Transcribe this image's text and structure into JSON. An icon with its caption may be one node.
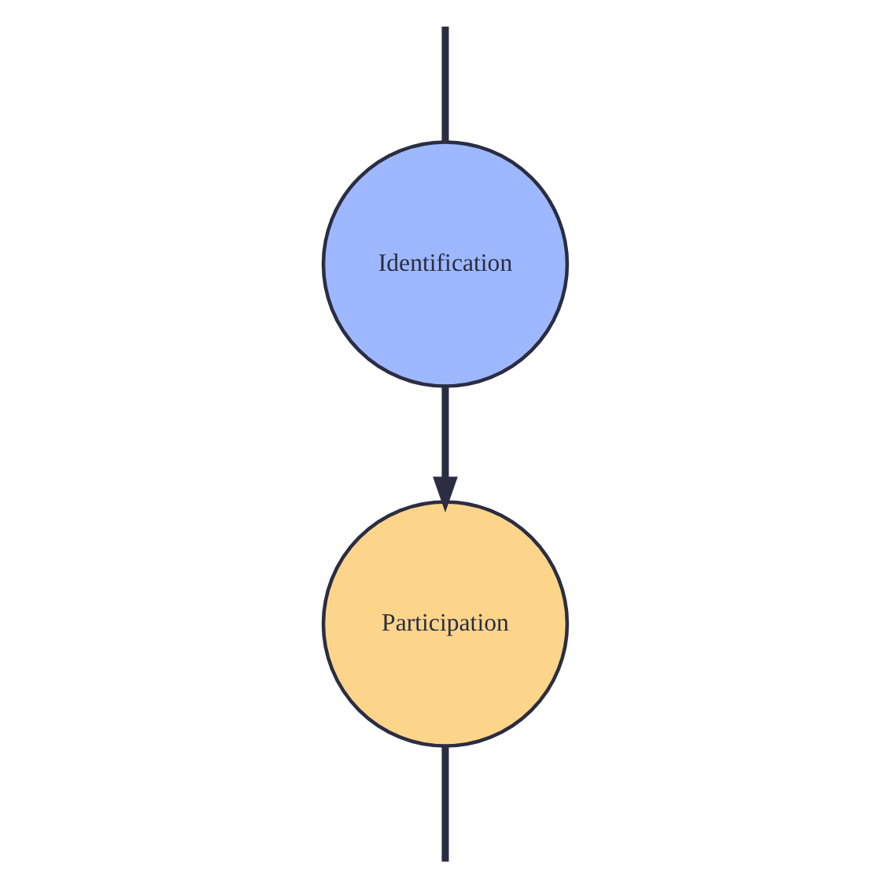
{
  "diagram": {
    "nodes": [
      {
        "text": [
          "Identification"
        ]
      },
      {
        "text": [
          "Participation"
        ]
      }
    ],
    "edges": [
      {
        "from": null,
        "to": 0,
        "arrow": "none"
      },
      {
        "from": 0,
        "to": 1,
        "arrow": "to"
      },
      {
        "from": 1,
        "to": null,
        "arrow": "none"
      }
    ]
  }
}
